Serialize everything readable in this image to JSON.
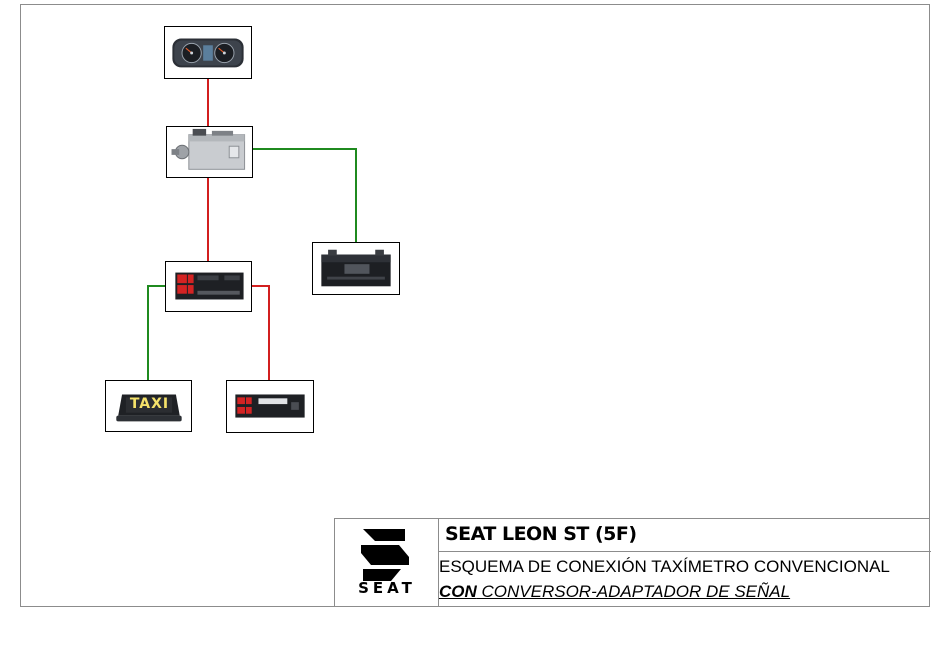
{
  "diagram": {
    "wire_colors": {
      "power": "#d21f1f",
      "ground": "#1f8a1f"
    },
    "devices": {
      "instrument_cluster": {
        "icon": "instrument-cluster-icon"
      },
      "signal_adapter": {
        "icon": "junction-box-icon"
      },
      "battery": {
        "icon": "battery-icon"
      },
      "taximeter": {
        "icon": "taximeter-icon"
      },
      "taxi_sign": {
        "icon": "taxi-roof-sign-icon",
        "label": "TAXI"
      },
      "fare_printer": {
        "icon": "control-module-icon"
      }
    }
  },
  "title_block": {
    "brand": "SEAT",
    "model": "SEAT LEON ST (5F)",
    "description_line1": "ESQUEMA DE CONEXIÓN TAXÍMETRO CONVENCIONAL",
    "description_line2_emphasis": "CON",
    "description_line2_rest": " CONVERSOR-ADAPTADOR DE SEÑAL"
  }
}
